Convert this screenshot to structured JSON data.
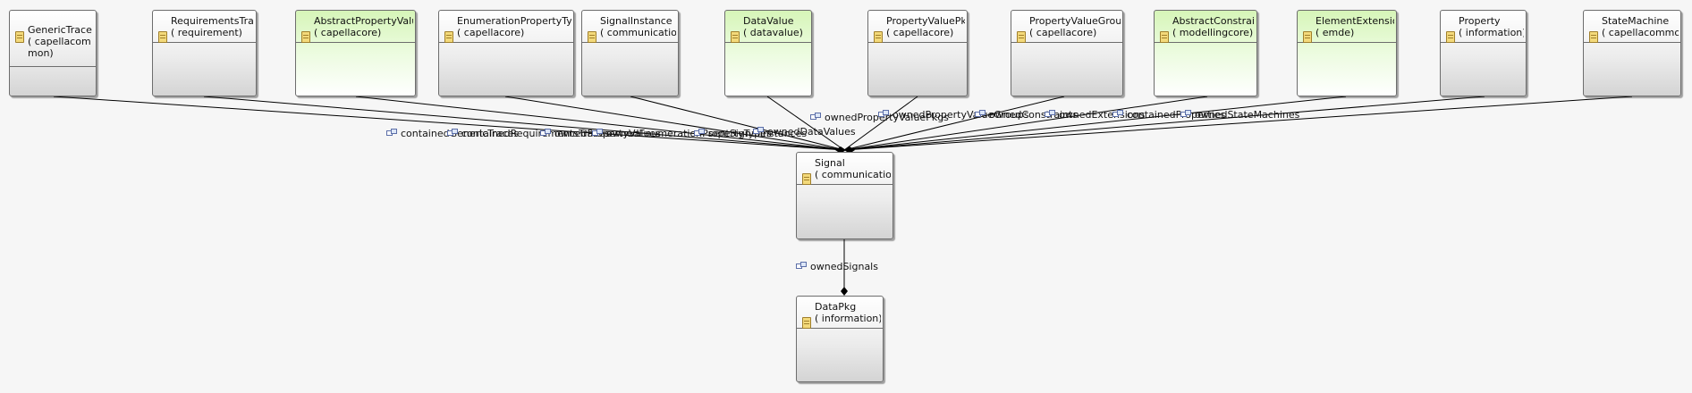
{
  "classes": {
    "generic_trace": {
      "name": "GenericTrace",
      "pkg": "( capellacommon)"
    },
    "requirements_trace": {
      "name": "RequirementsTrace",
      "pkg": "( requirement)"
    },
    "abstract_property_value": {
      "name": "AbstractPropertyValue",
      "pkg": "( capellacore)"
    },
    "enumeration_property_type": {
      "name": "EnumerationPropertyType",
      "pkg": "( capellacore)"
    },
    "signal_instance": {
      "name": "SignalInstance",
      "pkg": "( communication)"
    },
    "data_value": {
      "name": "DataValue",
      "pkg": "( datavalue)"
    },
    "property_value_pkg": {
      "name": "PropertyValuePkg",
      "pkg": "( capellacore)"
    },
    "property_value_group": {
      "name": "PropertyValueGroup",
      "pkg": "( capellacore)"
    },
    "abstract_constraint": {
      "name": "AbstractConstraint",
      "pkg": "( modellingcore)"
    },
    "element_extension": {
      "name": "ElementExtension",
      "pkg": "( emde)"
    },
    "property": {
      "name": "Property",
      "pkg": "( information)"
    },
    "state_machine": {
      "name": "StateMachine",
      "pkg": "( capellacommon)"
    },
    "signal": {
      "name": "Signal",
      "pkg": "( communication)"
    },
    "data_pkg": {
      "name": "DataPkg",
      "pkg": "( information)"
    }
  },
  "labels": {
    "contained_generic_traces": "containedGenericTraces",
    "contained_requirements_traces": "containedRequirementsTraces",
    "owned_property_values": "ownedPropertyValues",
    "owned_enumeration_property_types": "ownedEnumerationPropertyTypes",
    "sent_signal_instances": "sentSignalInstances",
    "owned_data_values": "ownedDataValues",
    "owned_property_value_pkgs": "ownedPropertyValuePkgs",
    "owned_property_value_groups": "ownedPropertyValueGroups",
    "owned_constraints": "ownedConstraints",
    "owned_extensions": "ownedExtensions",
    "contained_properties": "containedProperties",
    "owned_state_machines": "ownedStateMachines",
    "owned_signals": "ownedSignals"
  },
  "colors": {
    "green_class": "#d6f5b8",
    "grey_class": "#ececec",
    "line": "#000000"
  }
}
